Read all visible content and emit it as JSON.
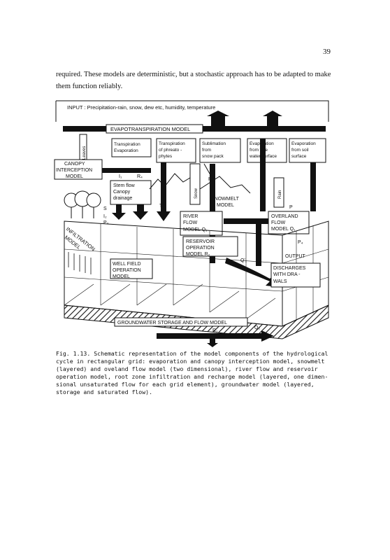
{
  "page_number": "39",
  "intro_text": "required. These models are deterministic, but a stochastic approach has to be adapted to make them function reliably.",
  "figure": {
    "input": "INPUT :  Precipitation-rain, snow, dew etc, humidity, temperature",
    "evapotranspiration": "EVAPOTRANSPIRATION  MODEL",
    "leaves": "Leaves",
    "transpiration_evaporation": [
      "Transpiration",
      "Evaporation"
    ],
    "transpiration_phreato": [
      "Transpiration",
      "of phreato -",
      "phytes"
    ],
    "sublimation": [
      "Sublimation",
      "from",
      "snow pack"
    ],
    "evap_free": [
      "Evaporation",
      "from  free",
      "water surface"
    ],
    "evap_soil": [
      "Evaporation",
      "from  soil",
      "surface"
    ],
    "canopy": [
      "CANOPY",
      "INTERCEPTION",
      "MODEL"
    ],
    "i1": "I₁",
    "r4": "R₄",
    "stem": [
      "Stem  flow",
      "Canopy",
      "drainage"
    ],
    "t_label": "T",
    "r3": "R₃",
    "snow": "Snow",
    "snowmelt": [
      "SNOWMELT",
      "MODEL"
    ],
    "rain": "Rain",
    "p_label": "P",
    "s_label": "S",
    "i2": "I₂",
    "p3": "P₃",
    "river": [
      "RIVER",
      "FLOW",
      "MODEL  Q₁"
    ],
    "overland": [
      "OVERLAND",
      "FLOW",
      "MODEL  Q₁"
    ],
    "p4": "P₄",
    "infiltration": [
      "INFILTRATION",
      "MODEL"
    ],
    "reservoir": [
      "RESERVOIR",
      "OPERATION",
      "MODEL  R₂"
    ],
    "q1": "Q'₁",
    "output": "OUTPUT",
    "discharges": [
      "DISCHARGES",
      "WITH  DRA -",
      "WALS"
    ],
    "wellfield": [
      "WELL  FIELD",
      "OPERATION",
      "MODEL"
    ],
    "groundwater": "GROUNDWATER  STORAGE  AND  FLOW  MODEL",
    "r1": "R₁",
    "q2": "Q₂"
  },
  "caption": "Fig. 1.13. Schematic representation of the model components of the hydrological\ncycle in rectangular grid: evaporation and canopy interception model, snowmelt\n(layered) and oveland flow model (two dimensional), river flow and reservoir\noperation model, root zone  infiltration and recharge model (layered, one dimen-\nsional unsaturated flow for each grid element), groundwater model (layered,\nstorage and saturated flow)."
}
